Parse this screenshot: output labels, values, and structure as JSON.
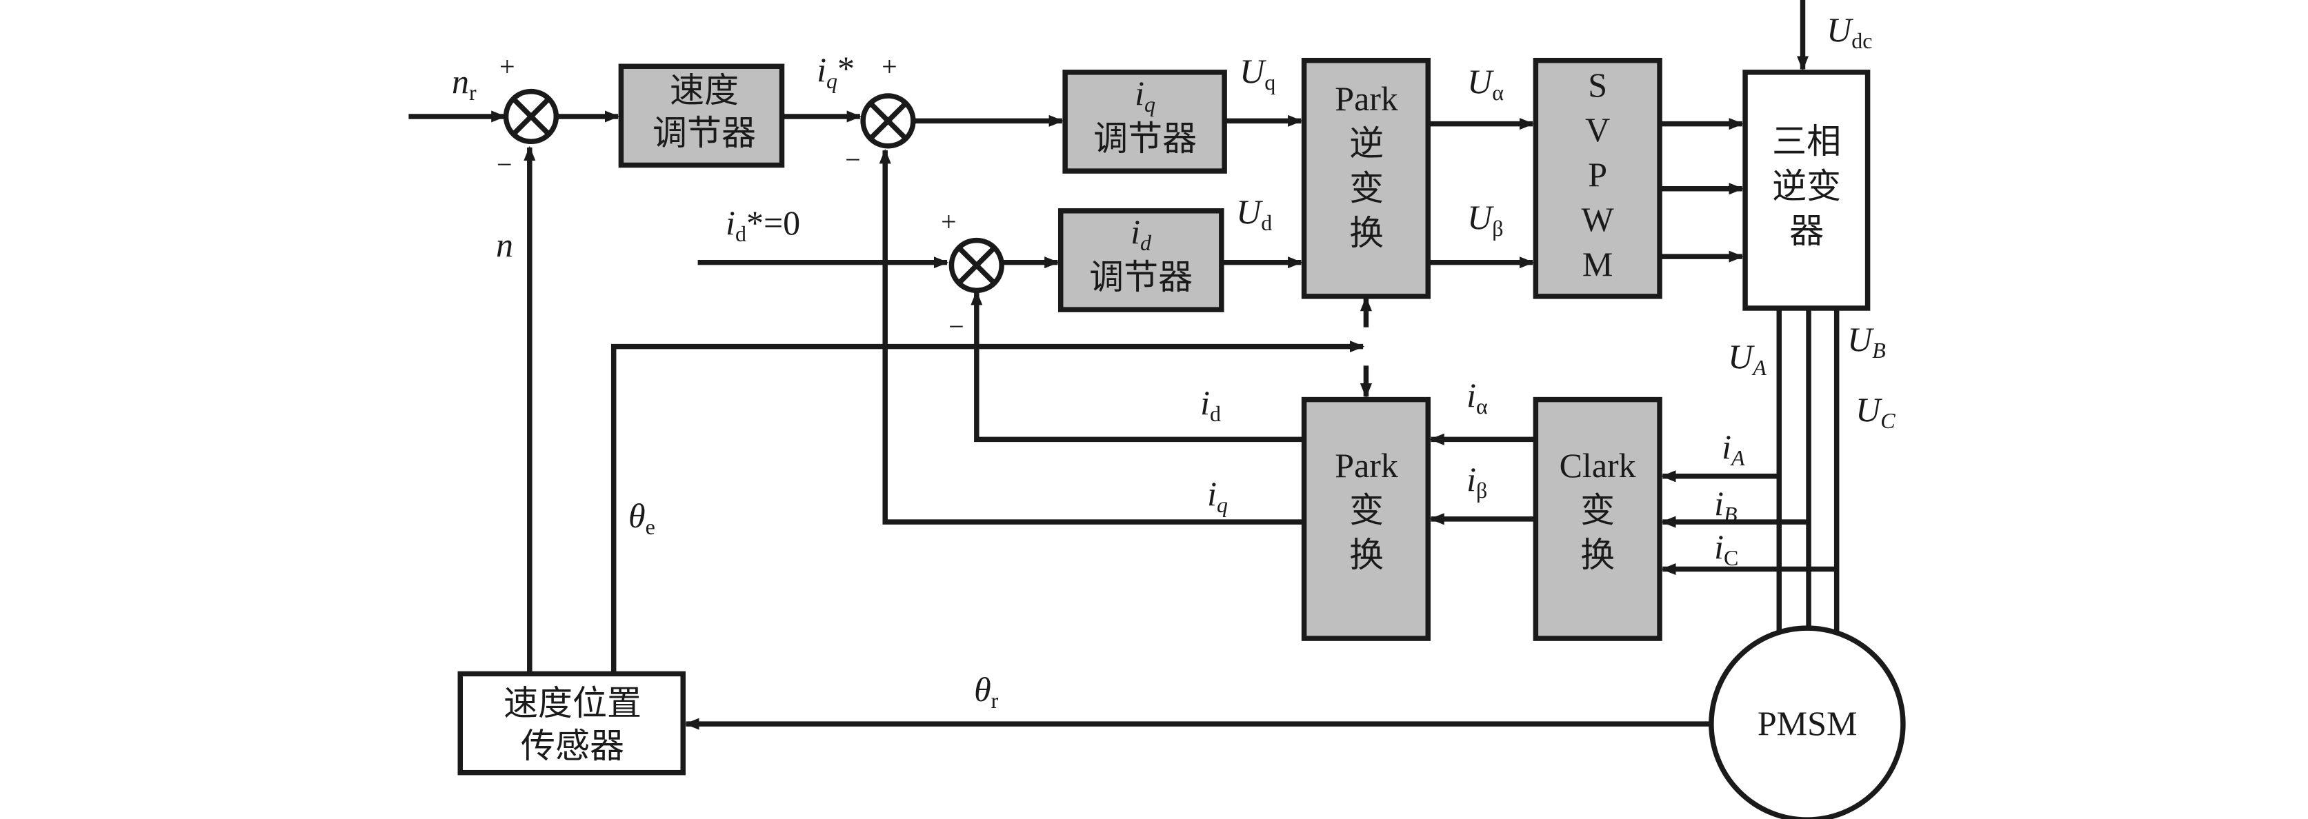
{
  "blocks": {
    "speed_regulator": [
      "速度",
      "调节器"
    ],
    "iq_regulator": {
      "var": "i",
      "sub": "q",
      "label": "调节器"
    },
    "id_regulator": {
      "var": "i",
      "sub": "d",
      "label": "调节器"
    },
    "inv_park": [
      "Park",
      "逆",
      "变",
      "换"
    ],
    "svpwm": [
      "S",
      "V",
      "P",
      "W",
      "M"
    ],
    "inverter": [
      "三相",
      "逆变",
      "器"
    ],
    "park": [
      "Park",
      "变",
      "换"
    ],
    "clark": [
      "Clark",
      "变",
      "换"
    ],
    "sensor": [
      "速度位置",
      "传感器"
    ],
    "motor": "PMSM"
  },
  "signals": {
    "nr": {
      "var": "n",
      "sub": "r"
    },
    "iq_ref": {
      "var": "i",
      "sub": "q",
      "suffix": "*"
    },
    "id_ref": {
      "var": "i",
      "sub": "d",
      "suffix": "*=0"
    },
    "uq": {
      "var": "U",
      "sub": "q"
    },
    "ud": {
      "var": "U",
      "sub": "d"
    },
    "ualpha": {
      "var": "U",
      "sub": "α"
    },
    "ubeta": {
      "var": "U",
      "sub": "β"
    },
    "udc": {
      "var": "U",
      "sub": "dc"
    },
    "ua": {
      "var": "U",
      "sub": "A"
    },
    "ub": {
      "var": "U",
      "sub": "B"
    },
    "uc": {
      "var": "U",
      "sub": "C"
    },
    "n": {
      "var": "n"
    },
    "theta_e": {
      "var": "θ",
      "sub": "e"
    },
    "theta_r": {
      "var": "θ",
      "sub": "r"
    },
    "id_fb": {
      "var": "i",
      "sub": "d"
    },
    "iq_fb": {
      "var": "i",
      "sub": "q"
    },
    "ialpha": {
      "var": "i",
      "sub": "α"
    },
    "ibeta": {
      "var": "i",
      "sub": "β"
    },
    "ia": {
      "var": "i",
      "sub": "A"
    },
    "ib": {
      "var": "i",
      "sub": "B"
    },
    "ic": {
      "var": "i",
      "sub": "C"
    }
  },
  "signs": {
    "plus": "+",
    "minus": "−"
  }
}
